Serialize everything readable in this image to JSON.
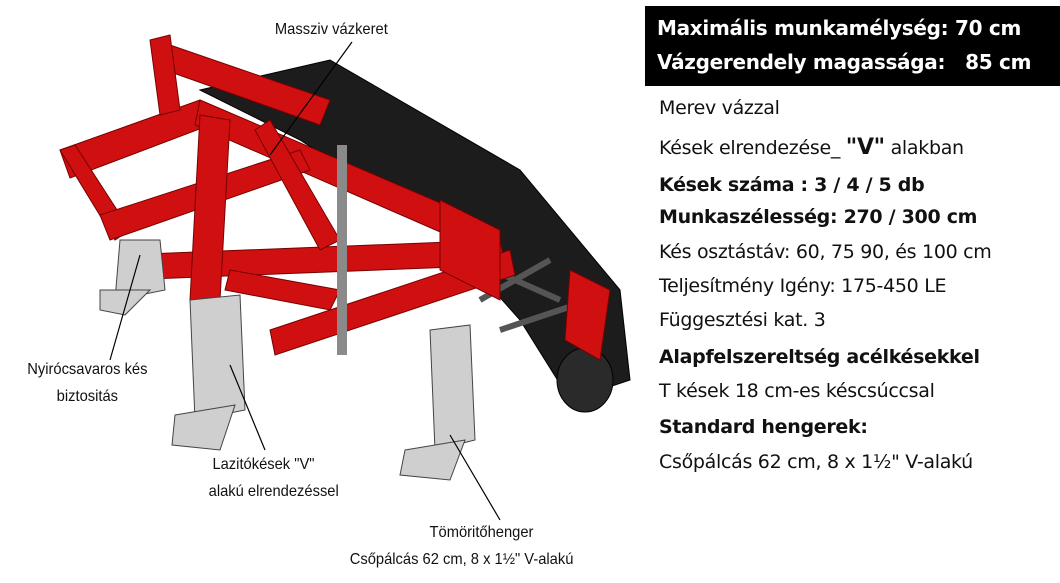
{
  "header_box": {
    "line1": "Maximális munkamélység: 70 cm",
    "line2": "Vázgerendely magassága:   85 cm"
  },
  "specs": [
    {
      "text": "Merev vázzal",
      "bold": false
    },
    {
      "text_pre": "Kések elrendezése_ ",
      "text_v": "\"V\"",
      "text_post": " alakban"
    },
    {
      "text": "Kések száma : 3 / 4 / 5 db",
      "bold": true
    },
    {
      "text": "Munkaszélesség: 270 / 300 cm",
      "bold": true
    },
    {
      "text": "Kés osztástáv: 60, 75 90, és 100 cm",
      "bold": false
    },
    {
      "text": "Teljesítmény Igény: 175-450 LE",
      "bold": false
    },
    {
      "text": "Függesztési kat. 3",
      "bold": false
    },
    {
      "text": "Alapfelszereltség acélkésekkel",
      "bold": true
    },
    {
      "text": "T kések 18 cm-es késcsúccsal",
      "bold": false
    },
    {
      "text": "Standard hengerek:",
      "bold": true
    },
    {
      "text": "Csőpálcás 62 cm, 8 x 1½\" V-alakú",
      "bold": false
    }
  ],
  "callouts": {
    "frame": "Massziv vázkeret",
    "shear_bolt_1": "Nyirócsavaros kés",
    "shear_bolt_2": "biztositás",
    "tines_1": "Lazitókések \"V\"",
    "tines_2": "alakú elrendezéssel",
    "roller_1": "Tömöritőhenger",
    "roller_2": "Csőpálcás 62 cm, 8 x 1½\" V-alakú"
  },
  "colors": {
    "frame_red": "#d01010",
    "roller_black": "#1a1a1a",
    "shank_grey": "#c8c8c8"
  }
}
